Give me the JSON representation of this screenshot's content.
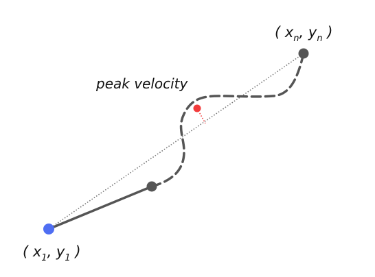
{
  "labels": {
    "peak": "peak velocity",
    "start_open": "( x",
    "start_sub1": "1",
    "start_mid": ", y",
    "start_sub2": "1",
    "start_close": " )",
    "end_open": "( x",
    "end_sub1": "n",
    "end_mid": ", y",
    "end_sub2": "n",
    "end_close": " )"
  },
  "colors": {
    "start_point": "#4f6ef2",
    "path": "#555555",
    "peak_point": "#f23b3b",
    "chord": "#777777"
  }
}
